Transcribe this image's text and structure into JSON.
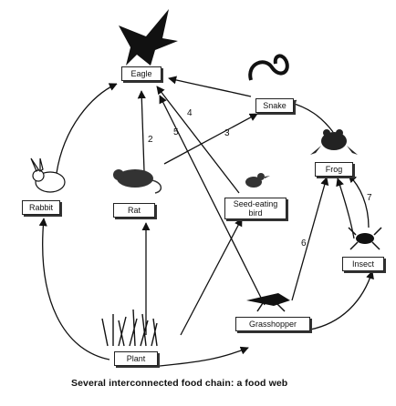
{
  "nodes": {
    "eagle": "Eagle",
    "snake": "Snake",
    "frog": "Frog",
    "rabbit": "Rabbit",
    "rat": "Rat",
    "seed_eating_bird": "Seed-eating bird",
    "insect": "Insect",
    "grasshopper": "Grasshopper",
    "plant": "Plant"
  },
  "seed_bird_line1": "Seed-eating",
  "seed_bird_line2": "bird",
  "edge_numbers": [
    "2",
    "3",
    "4",
    "5",
    "6",
    "7"
  ],
  "caption": "Several interconnected food chain: a food web",
  "icons": [
    "eagle-icon",
    "snake-icon",
    "frog-icon",
    "rabbit-icon",
    "rat-icon",
    "bird-icon",
    "insect-icon",
    "grasshopper-icon",
    "plant-icon"
  ]
}
